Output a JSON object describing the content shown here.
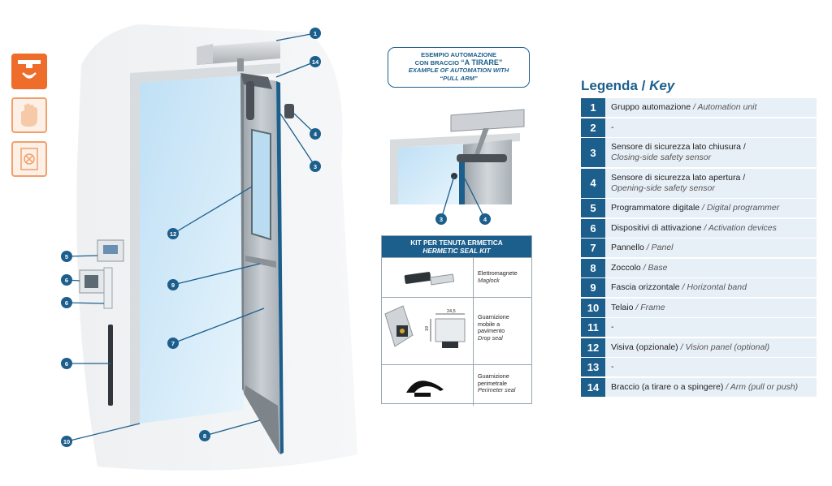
{
  "example": {
    "line1": "ESEMPIO AUTOMAZIONE",
    "line2_prefix": "CON BRACCIO ",
    "line2_quote": "“A TIRARE”",
    "line3": "EXAMPLE OF AUTOMATION WITH",
    "line4": "“PULL ARM”"
  },
  "kit": {
    "title": "KIT PER TENUTA ERMETICA",
    "subtitle": "HERMETIC SEAL KIT",
    "items": [
      {
        "it": "Elettromagnete",
        "en": "Maglock"
      },
      {
        "it": "Guarnizione mobile a pavimento",
        "en": "Drop seal",
        "dim_w": "24,5",
        "dim_h": "19"
      },
      {
        "it": "Guarnizione perimetrale",
        "en": "Perimeter seal"
      }
    ]
  },
  "legend": {
    "title_it": "Legenda",
    "title_sep": " / ",
    "title_en": "Key",
    "items": [
      {
        "num": "1",
        "it": "Gruppo automazione",
        "en": "Automation unit"
      },
      {
        "num": "2",
        "it": "-",
        "en": ""
      },
      {
        "num": "3",
        "it": "Sensore di sicurezza lato chiusura /",
        "en": "Closing-side safety sensor"
      },
      {
        "num": "4",
        "it": "Sensore di sicurezza lato apertura /",
        "en": "Opening-side safety sensor"
      },
      {
        "num": "5",
        "it": "Programmatore digitale",
        "en": "Digital programmer"
      },
      {
        "num": "6",
        "it": "Dispositivi di attivazione",
        "en": "Activation devices"
      },
      {
        "num": "7",
        "it": "Pannello",
        "en": "Panel"
      },
      {
        "num": "8",
        "it": "Zoccolo",
        "en": "Base"
      },
      {
        "num": "9",
        "it": "Fascia orizzontale",
        "en": "Horizontal band"
      },
      {
        "num": "10",
        "it": "Telaio",
        "en": "Frame"
      },
      {
        "num": "11",
        "it": "-",
        "en": ""
      },
      {
        "num": "12",
        "it": "Visiva (opzionale)",
        "en": "Vision panel (optional)"
      },
      {
        "num": "13",
        "it": "-",
        "en": ""
      },
      {
        "num": "14",
        "it": "Braccio (a tirare o a spingere)",
        "en": "Arm (pull or push)"
      }
    ]
  },
  "callouts_main": [
    "1",
    "14",
    "4",
    "3",
    "12",
    "9",
    "7",
    "8",
    "10",
    "5",
    "6",
    "6",
    "6"
  ],
  "callouts_detail": [
    "3",
    "4"
  ],
  "colors": {
    "brand_blue": "#1d5f8c",
    "accent_orange": "#ee6d2b",
    "legend_row_bg": "#e8f0f7"
  },
  "icons": [
    "presence-sensor-icon",
    "hand-wave-icon",
    "push-button-icon"
  ]
}
